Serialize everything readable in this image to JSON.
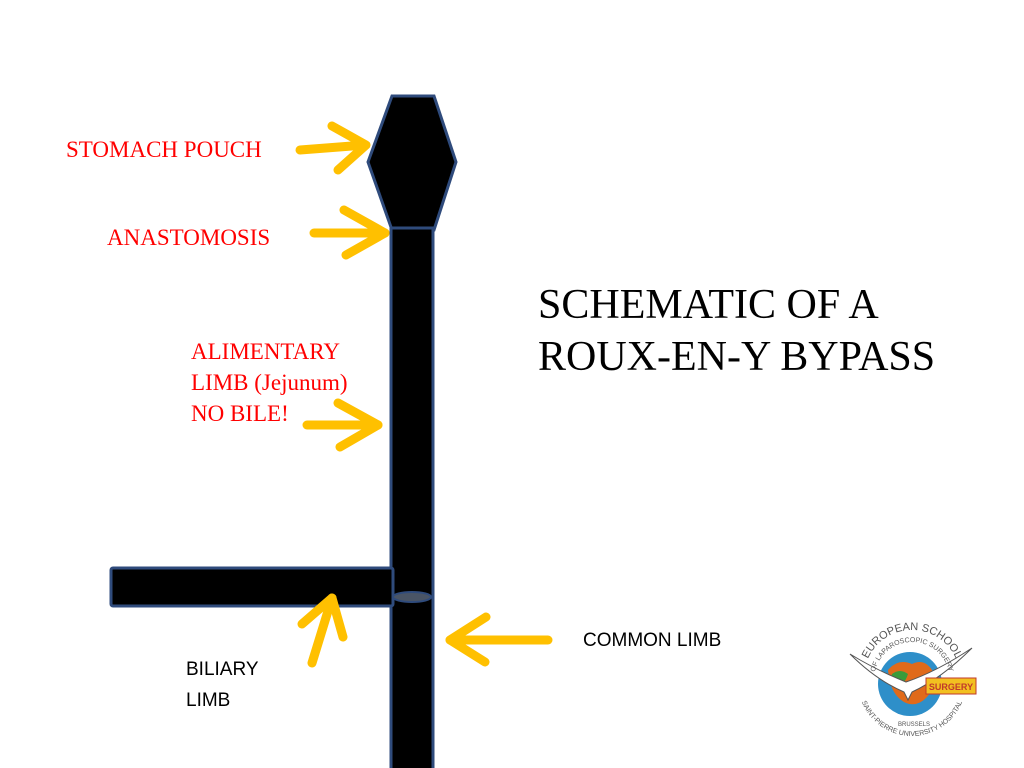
{
  "title": {
    "line1": "SCHEMATIC OF A",
    "line2": "ROUX-EN-Y BYPASS"
  },
  "labels": {
    "stomach_pouch": "STOMACH POUCH",
    "anastomosis": "ANASTOMOSIS",
    "alimentary_line1": "ALIMENTARY",
    "alimentary_line2": "LIMB (Jejunum)",
    "alimentary_line3": "NO BILE!",
    "common_limb": "COMMON LIMB",
    "biliary_line1": "BILIARY",
    "biliary_line2": "LIMB"
  },
  "logo": {
    "arc_top": "EUROPEAN SCHOOL",
    "arc_sub": "OF LAPAROSCOPIC SURGERY",
    "badge": "SURGERY",
    "city": "BRUSSELS",
    "arc_bottom": "SAINT-PIERRE UNIVERSITY HOSPITAL"
  },
  "colors": {
    "label_red": "#ff0000",
    "arrow_yellow": "#ffc000",
    "organ_fill": "#000000",
    "organ_outline": "#2f4b7c"
  }
}
